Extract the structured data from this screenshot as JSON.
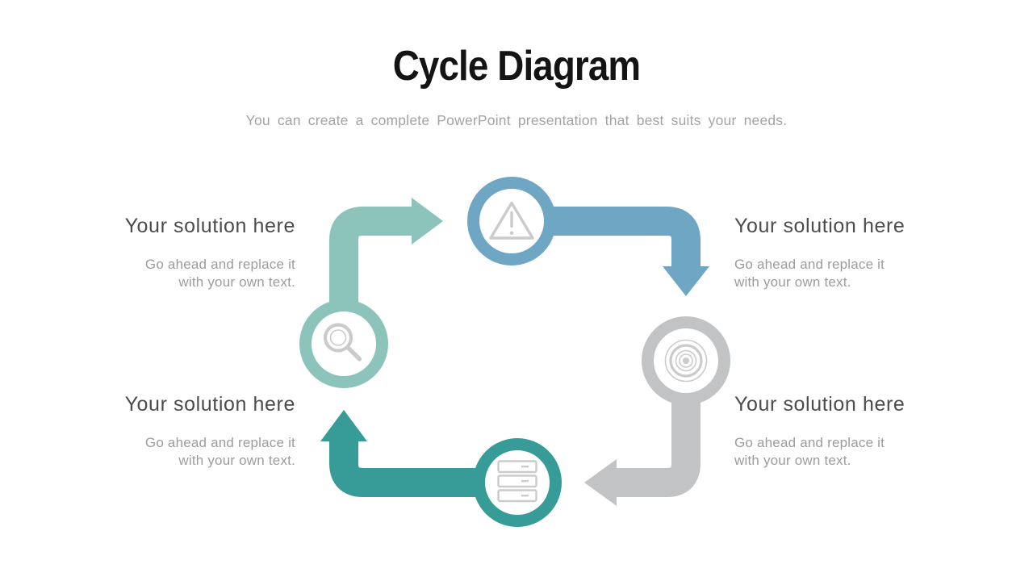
{
  "slide": {
    "title": "Cycle Diagram",
    "subtitle": "You can create a complete PowerPoint presentation that best suits your needs."
  },
  "solutions": [
    {
      "position": "top-left",
      "heading": "Your solution here",
      "body_lines": [
        "Go ahead and replace it",
        "with your own text."
      ]
    },
    {
      "position": "top-right",
      "heading": "Your solution here",
      "body_lines": [
        "Go ahead and replace it",
        "with your own text."
      ]
    },
    {
      "position": "bottom-left",
      "heading": "Your solution here",
      "body_lines": [
        "Go ahead and replace it",
        "with your own text."
      ]
    },
    {
      "position": "bottom-right",
      "heading": "Your solution here",
      "body_lines": [
        "Go ahead and replace it",
        "with your own text."
      ]
    }
  ],
  "diagram": {
    "direction": "clockwise",
    "icon_color": "#CBCBCB",
    "nodes": [
      {
        "name": "alert",
        "position": "top",
        "icon": "warning-triangle-icon",
        "color": "#6FA6C3"
      },
      {
        "name": "target",
        "position": "right",
        "icon": "target-icon",
        "color": "#C2C3C5"
      },
      {
        "name": "server",
        "position": "bottom",
        "icon": "server-stack-icon",
        "color": "#379B98"
      },
      {
        "name": "search",
        "position": "left",
        "icon": "magnifier-icon",
        "color": "#8CC4BB"
      }
    ]
  }
}
